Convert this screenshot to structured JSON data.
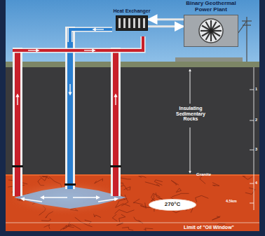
{
  "diagram": {
    "nodes": [
      {
        "text": [
          "Heat Exchanger"
        ]
      },
      {
        "text": [
          "Binary Geothermal Power Plant"
        ]
      },
      {
        "text": [
          "270°C"
        ]
      }
    ],
    "edges": [
      {
        "from": 1,
        "to": 0,
        "arrow": "to"
      },
      {
        "from": 0,
        "to": 1,
        "arrow": "to"
      }
    ],
    "labels": [
      "Insulating Sedimentary Rocks",
      "Granite",
      "4.5km",
      "Limit of \"Oil Window\"",
      "1",
      "2",
      "3",
      "4"
    ]
  }
}
